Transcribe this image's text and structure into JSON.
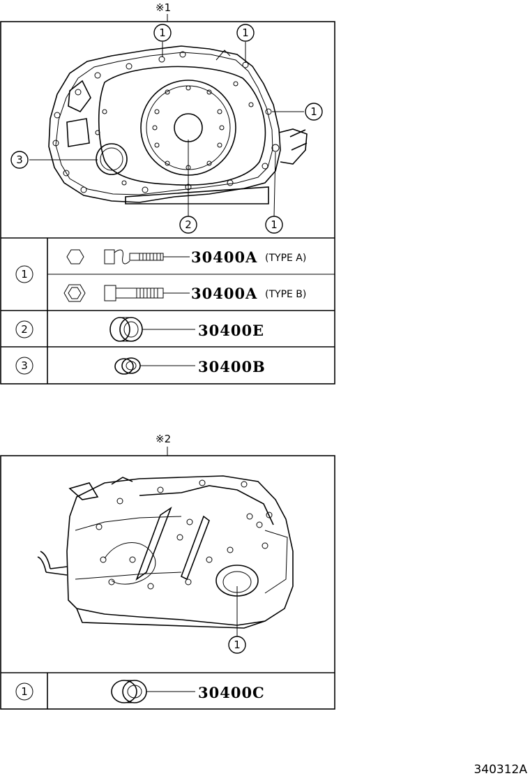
{
  "figure_1": {
    "mark": "※1",
    "callouts": [
      "1",
      "1",
      "1",
      "1",
      "2",
      "3"
    ],
    "table": [
      {
        "key": "1",
        "part_no": "30400A",
        "type_label": "(TYPE A)",
        "icon": "hex-bolt-type-a-icon"
      },
      {
        "key": "",
        "part_no": "30400A",
        "type_label": "(TYPE B)",
        "icon": "hex-bolt-type-b-icon"
      },
      {
        "key": "2",
        "part_no": "30400E",
        "type_label": "",
        "icon": "oil-seal-large-icon"
      },
      {
        "key": "3",
        "part_no": "30400B",
        "type_label": "",
        "icon": "oil-seal-small-icon"
      }
    ]
  },
  "figure_2": {
    "mark": "※2",
    "callouts": [
      "1"
    ],
    "table": [
      {
        "key": "1",
        "part_no": "30400C",
        "type_label": "",
        "icon": "oil-seal-side-icon"
      }
    ]
  },
  "diagram_id": "340312A"
}
